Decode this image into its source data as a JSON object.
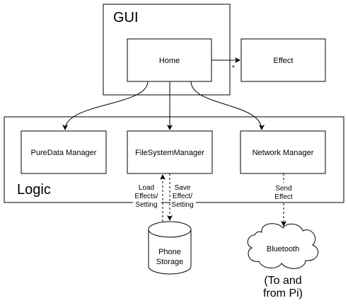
{
  "containers": {
    "gui": "GUI",
    "logic": "Logic"
  },
  "nodes": {
    "home": "Home",
    "effect": "Effect",
    "puredata_manager": "PureData Manager",
    "filesystem_manager": "FileSystemManager",
    "network_manager": "Network Manager",
    "phone_storage": [
      "Phone",
      "Storage"
    ],
    "bluetooth": "Bluetooth",
    "bluetooth_note": [
      "(To and",
      "from Pi)"
    ]
  },
  "edge_labels": {
    "home_to_effect_multiplicity": "*",
    "load": [
      "Load",
      "Effects/",
      "Setting"
    ],
    "save": [
      "Save",
      "Effect/",
      "Setting"
    ],
    "send": [
      "Send",
      "Effect"
    ]
  }
}
